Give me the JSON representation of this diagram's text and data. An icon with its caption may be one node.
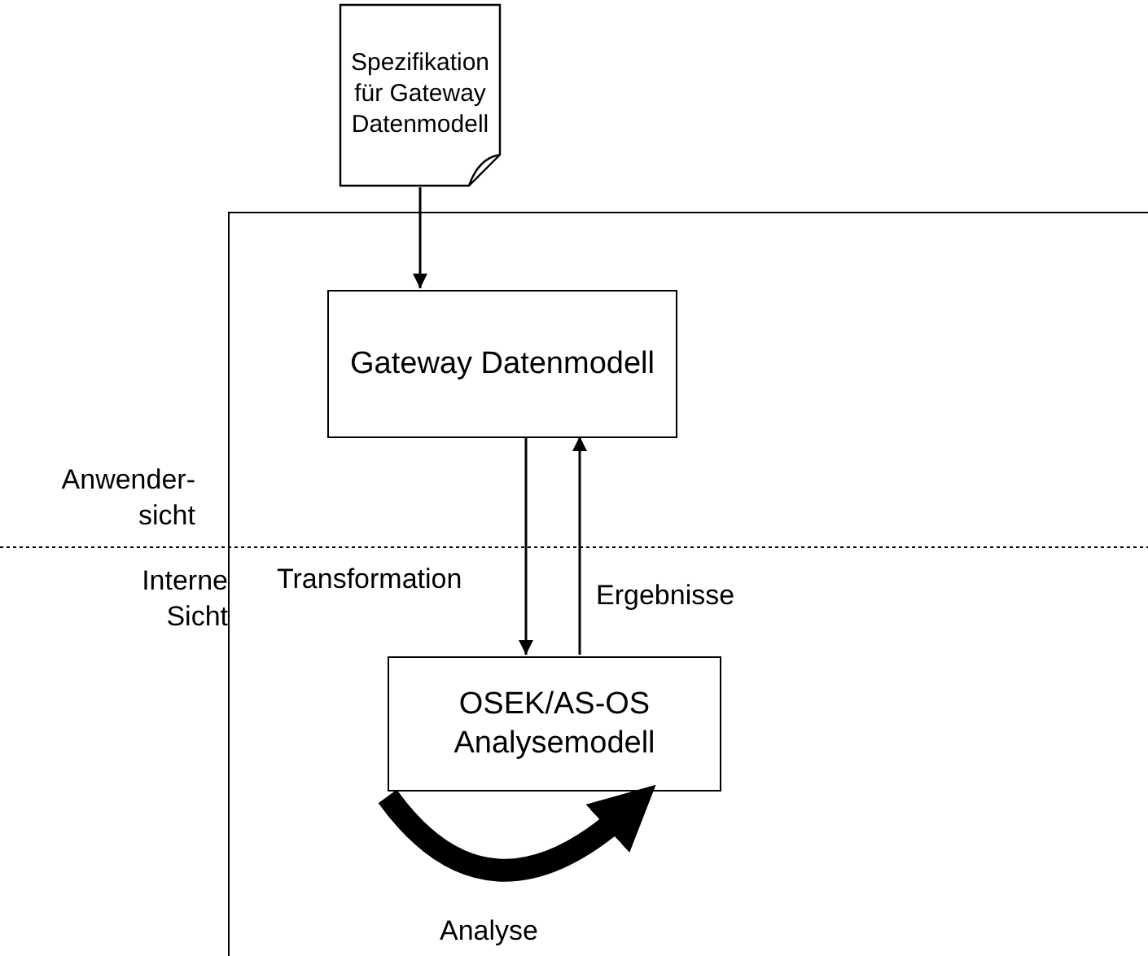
{
  "diagram": {
    "nodes": [
      {
        "text": [
          "Spezifikation für Gateway Datenmodell"
        ]
      },
      {
        "text": [],
        "shape": "box"
      },
      {
        "text": [
          "Gateway Datenmodell"
        ],
        "in": 1
      },
      {
        "text": [
          "OSEK/AS-OS Analysemodell"
        ],
        "in": 1
      }
    ],
    "edges": [
      {
        "from": 0,
        "to": 2,
        "arrow": "to"
      },
      {
        "from": 2,
        "to": 3,
        "arrow": "to",
        "label": "Transformation"
      },
      {
        "from": 3,
        "to": 2,
        "arrow": "to",
        "label": "Ergebnisse"
      },
      {
        "from": 3,
        "to": 3,
        "arrow": "to",
        "label": "Analyse",
        "style": "thick"
      }
    ],
    "labels": [
      "Anwender- sicht",
      "Interne Sicht"
    ]
  }
}
